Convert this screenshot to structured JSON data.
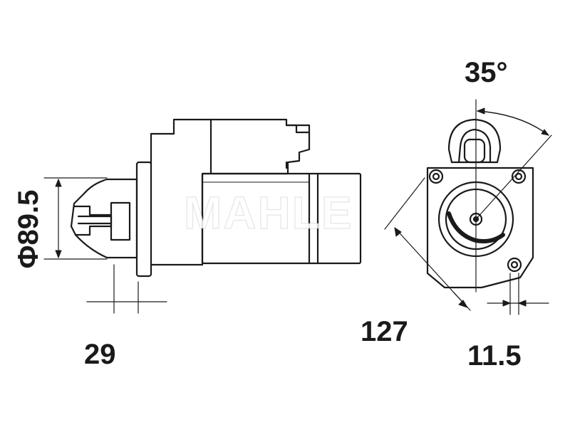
{
  "dimensions": {
    "angle": "35°",
    "diameter": "Φ89.5",
    "length_127": "127",
    "offset_29": "29",
    "hole_11_5": "11.5"
  },
  "watermark": "MAHLE",
  "colors": {
    "line": "#1a1a1a",
    "background": "#ffffff"
  }
}
